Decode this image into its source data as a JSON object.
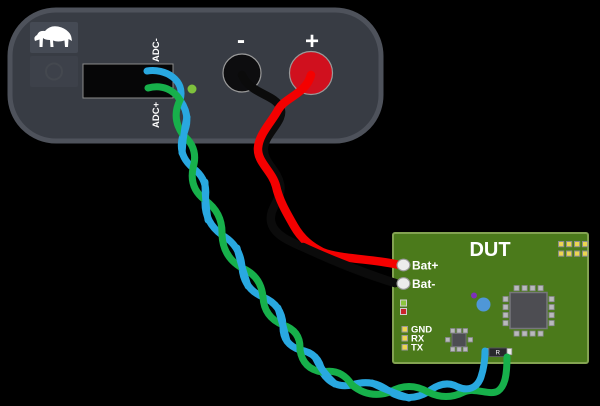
{
  "analyzer": {
    "logo_icon": "gorilla-icon",
    "adc_port": {
      "neg_label": "ADC-",
      "pos_label": "ADC+"
    },
    "terminals": {
      "neg_label": "-",
      "pos_label": "+"
    },
    "status_led": {
      "name": "green-led",
      "color": "#7ec13d"
    }
  },
  "dut": {
    "title": "DUT",
    "pins": {
      "bat_pos": "Bat+",
      "bat_neg": "Bat-",
      "gnd": "GND",
      "rx": "RX",
      "tx": "TX"
    },
    "shunt_resistor_label": "R"
  },
  "wires": {
    "power_positive": "#f40000",
    "power_negative": "#0b0b0b",
    "sense_blue": "#29a8e0",
    "sense_green": "#17b04b"
  },
  "colors": {
    "background": "#000000",
    "analyzer_body": "#383c44",
    "analyzer_border": "#4e525b",
    "panel": "#454a54",
    "pcb": "#4b7a1b",
    "pcb_border": "#83a351",
    "terminal_black": "#0d0d0f",
    "terminal_red": "#d0101e",
    "pad_yellow": "#ecd64f",
    "pad_white": "#ececec",
    "ic_body": "#4d4d52",
    "led_green": "#8cc63e",
    "led_red": "#c9252c",
    "cap_blue": "#4f97d7",
    "dot_purple": "#7d30bb"
  }
}
